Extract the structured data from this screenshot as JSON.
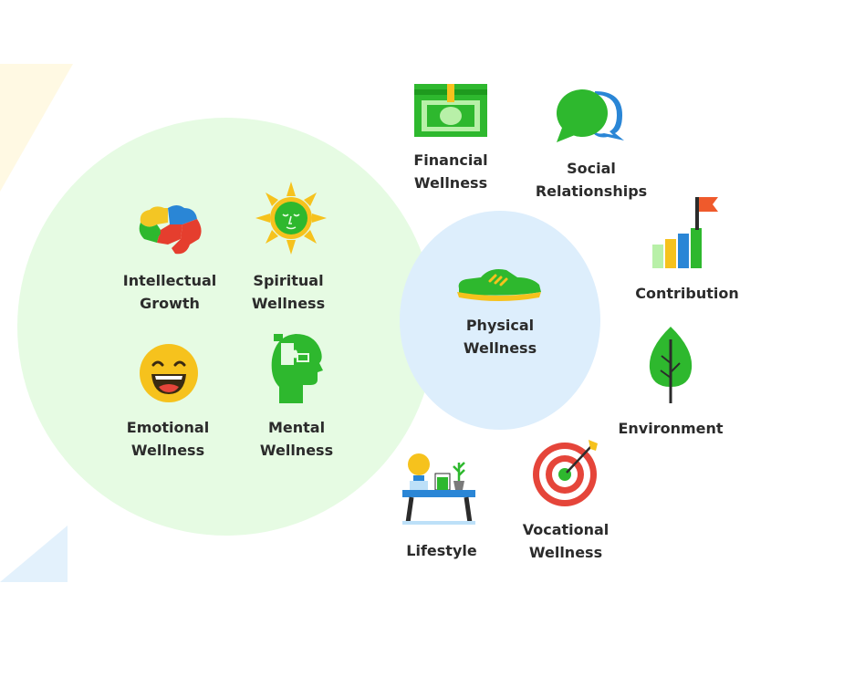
{
  "inner_group": {
    "items": [
      {
        "key": "intellectual",
        "lines": [
          "Intellectual",
          "Growth"
        ],
        "icon": "puzzle-brain-icon"
      },
      {
        "key": "spiritual",
        "lines": [
          "Spiritual",
          "Wellness"
        ],
        "icon": "sun-icon"
      },
      {
        "key": "emotional",
        "lines": [
          "Emotional",
          "Wellness"
        ],
        "icon": "laughing-face-icon"
      },
      {
        "key": "mental",
        "lines": [
          "Mental",
          "Wellness"
        ],
        "icon": "head-puzzle-icon"
      }
    ]
  },
  "center": {
    "lines": [
      "Physical",
      "Wellness"
    ],
    "icon": "sneaker-icon"
  },
  "outer": {
    "financial": {
      "lines": [
        "Financial",
        "Wellness"
      ],
      "icon": "money-bill-icon"
    },
    "social": {
      "lines": [
        "Social",
        "Relationships"
      ],
      "icon": "speech-bubbles-icon"
    },
    "contribution": {
      "lines": [
        "Contribution"
      ],
      "icon": "bar-chart-flag-icon"
    },
    "environment": {
      "lines": [
        "Environment"
      ],
      "icon": "leaf-tree-icon"
    },
    "vocational": {
      "lines": [
        "Vocational",
        "Wellness"
      ],
      "icon": "target-dart-icon"
    },
    "lifestyle": {
      "lines": [
        "Lifestyle"
      ],
      "icon": "desk-lamp-icon"
    }
  },
  "colors": {
    "green_circle": "#e6fbe3",
    "blue_circle": "#ddeefc",
    "brand_green": "#2eb82e",
    "label_text": "#2b2b2b"
  }
}
